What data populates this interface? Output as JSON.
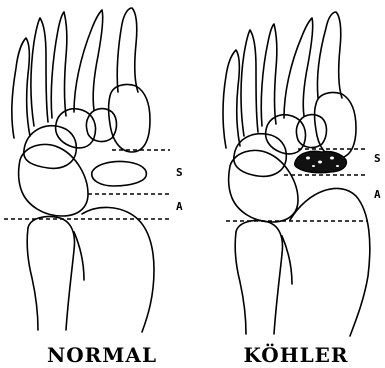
{
  "panels": [
    {
      "caption": "NORMAL",
      "level_labels": {
        "upper": "S",
        "lower": "A"
      }
    },
    {
      "caption": "KÖHLER",
      "level_labels": {
        "upper": "S",
        "lower": "A"
      }
    }
  ]
}
